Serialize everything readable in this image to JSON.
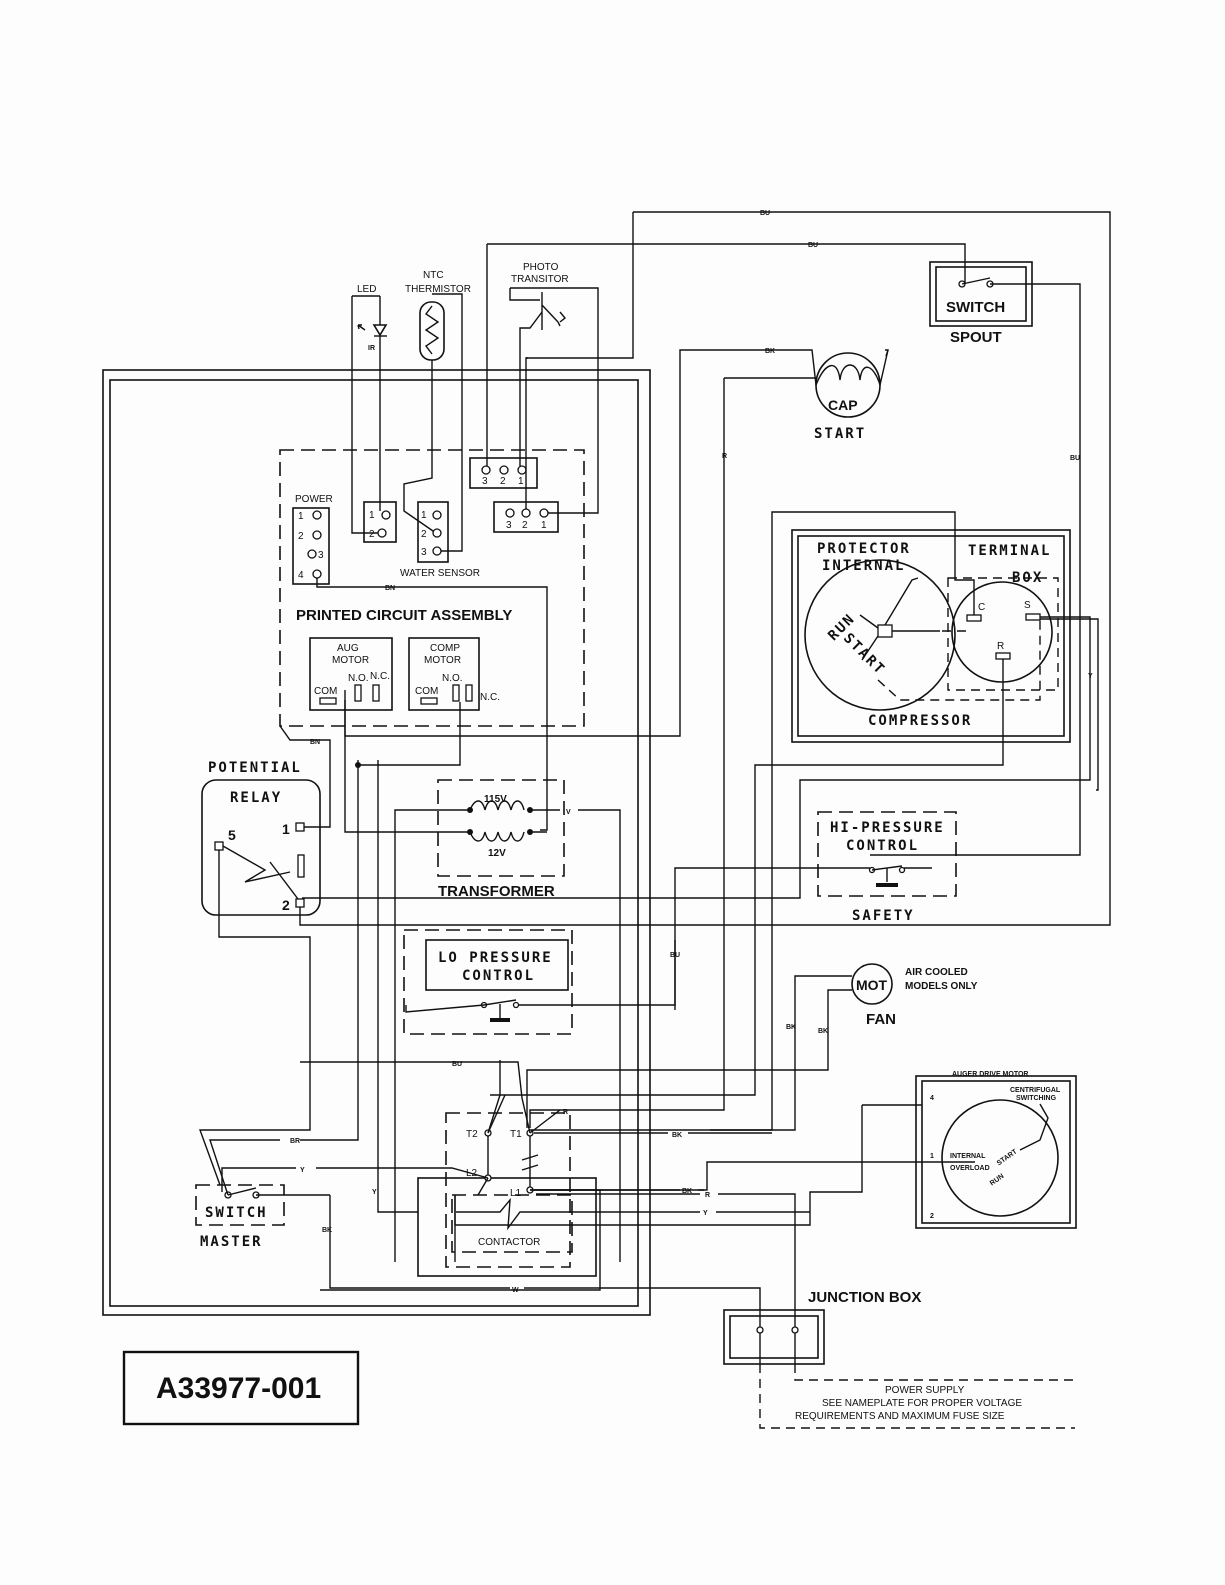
{
  "diagram": {
    "components": {
      "led": "LED",
      "ir": "IR",
      "ntc": "NTC",
      "thermistor": "THERMISTOR",
      "photo": "PHOTO",
      "transitor": "TRANSITOR",
      "power": "POWER",
      "water_sensor": "WATER SENSOR",
      "pca": "PRINTED CIRCUIT ASSEMBLY",
      "aug": "AUG",
      "aug_motor": "MOTOR",
      "comp": "COMP",
      "comp_motor": "MOTOR",
      "com": "COM",
      "no": "N.O.",
      "nc": "N.C.",
      "switch": "SWITCH",
      "spout": "SPOUT",
      "cap": "CAP",
      "start": "START",
      "protector": "PROTECTOR",
      "internal": "INTERNAL",
      "terminal": "TERMINAL",
      "box": "BOX",
      "run": "RUN",
      "compressor": "COMPRESSOR",
      "potential": "POTENTIAL",
      "relay": "RELAY",
      "v115": "115V",
      "v12": "12V",
      "transformer": "TRANSFORMER",
      "hi_pressure": "HI-PRESSURE",
      "control": "CONTROL",
      "safety": "SAFETY",
      "lo_pressure": "LO PRESSURE",
      "mot": "MOT",
      "fan": "FAN",
      "air_cooled": "AIR COOLED",
      "models_only": "MODELS ONLY",
      "auger_drive_motor": "AUGER DRIVE MOTOR",
      "centrifugal": "CENTRIFUGAL",
      "switching": "SWITCHING",
      "internal_small": "INTERNAL",
      "overload": "OVERLOAD",
      "contactor": "CONTACTOR",
      "master": "MASTER",
      "junction_box": "JUNCTION BOX",
      "power_supply": "POWER SUPPLY",
      "nameplate_1": "SEE NAMEPLATE FOR PROPER VOLTAGE",
      "nameplate_2": "REQUIREMENTS AND MAXIMUM FUSE SIZE",
      "part_number": "A33977-001"
    },
    "terminals": {
      "t1": "1",
      "t2": "2",
      "t3": "3",
      "t4": "4",
      "t5": "5",
      "c": "C",
      "s": "S",
      "r": "R",
      "T1": "T1",
      "T2": "T2",
      "L1": "L1",
      "L2": "L2"
    },
    "wires": {
      "bu": "BU",
      "bk": "BK",
      "r": "R",
      "y": "Y",
      "bn": "BN",
      "br": "BR",
      "w": "W",
      "v": "V"
    }
  }
}
